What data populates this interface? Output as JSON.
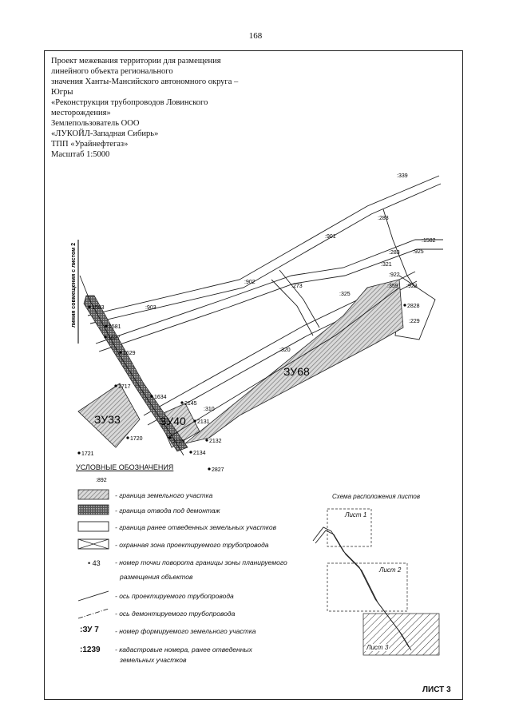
{
  "page_number": "168",
  "title_lines": [
    "Проект межевания территории для размещения",
    "линейного объекта регионального",
    "значения Ханты-Мансийского автономного округа –",
    "Югры",
    "«Реконструкция трубопроводов Ловинского",
    "месторождения»",
    "Землепользователь ООО",
    "«ЛУКОЙЛ-Западная Сибирь»",
    "ТПП «Урайнефтегаз»",
    "Масштаб 1:5000"
  ],
  "map": {
    "vertical_label": "линия совмещения с листом 2",
    "zones": [
      "ЗУ68",
      "ЗУ33",
      "ЗУ40"
    ],
    "cadastral_labels": [
      ":339",
      ":283",
      ":901",
      ":1582",
      ":925",
      ":283",
      ":321",
      ":922",
      ":359",
      ":923",
      ":273",
      ":902",
      ":325",
      ":903",
      ":320",
      ":310",
      ":229",
      ":892"
    ],
    "points": [
      "1583",
      "1581",
      "1627",
      "1629",
      "1717",
      "1634",
      "2145",
      "2131",
      "2129",
      "2132",
      "2134",
      "1720",
      "1721",
      "2827",
      "2828"
    ]
  },
  "legend": {
    "title": "УСЛОВНЫЕ ОБОЗНАЧЕНИЯ",
    "items": [
      {
        "symbol": "",
        "text": "- граница земельного участка"
      },
      {
        "symbol": "",
        "text": "- граница отвода под демонтаж"
      },
      {
        "symbol": "",
        "text": "- граница ранее отведенных земельных участков"
      },
      {
        "symbol": "",
        "text": "- охранная зона проектируемого трубопровода"
      },
      {
        "symbol": "• 43",
        "text": "- номер точки поворота границы зоны планируемого"
      },
      {
        "symbol": "",
        "text": "размещения объектов"
      },
      {
        "symbol": "",
        "text": "- ось проектируемого трубопровода"
      },
      {
        "symbol": "",
        "text": "- ось демонтируемого трубопровода"
      },
      {
        "symbol": ":ЗУ 7",
        "text": "- номер формируемого земельного участка"
      },
      {
        "symbol": ":1239",
        "text": "- кадастровые номера, ранее отведенных"
      },
      {
        "symbol": "",
        "text": "земельных участков"
      }
    ]
  },
  "scheme": {
    "title": "Схема расположения листов",
    "sheets": [
      "Лист 1",
      "Лист 2",
      "Лист 3"
    ]
  },
  "sheet_number": "ЛИСТ 3"
}
